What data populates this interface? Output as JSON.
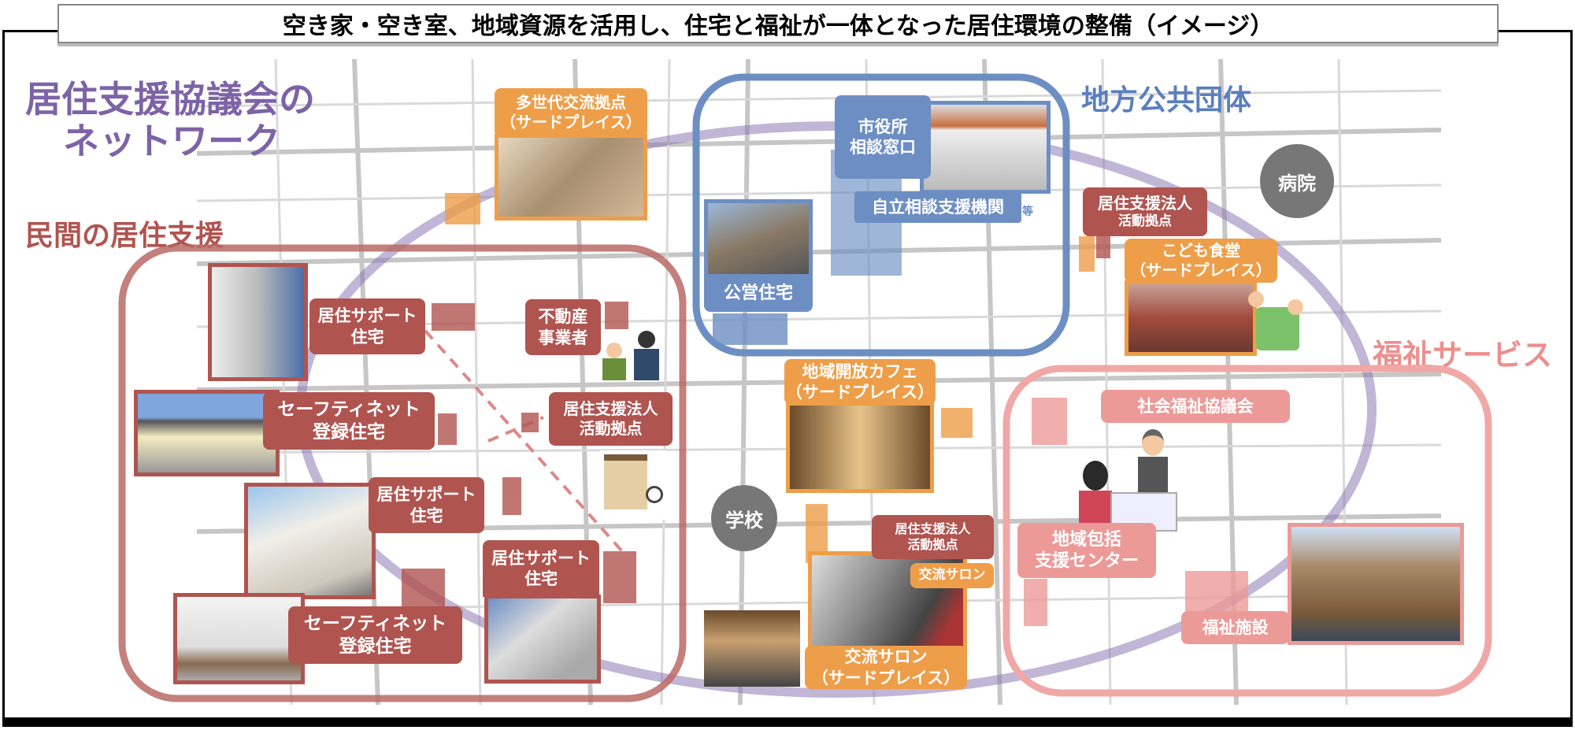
{
  "title": "空き家・空き室、地域資源を活用し、住宅と福祉が一体となった居住環境の整備（イメージ）",
  "headings": {
    "network_line1": "居住支援協議会の",
    "network_line2": "ネットワーク",
    "local_gov": "地方公共団体",
    "private": "民間の居住支援",
    "welfare": "福祉サービス"
  },
  "labels": {
    "multi_gen_1": "多世代交流拠点",
    "multi_gen_2": "（サードプレイス）",
    "city_1": "市役所",
    "city_2": "相談窓口",
    "self_support": "自立相談支援機関",
    "etc": "等",
    "public_housing": "公営住宅",
    "hospital": "病院",
    "school": "学校",
    "support_corp_1": "居住支援法人",
    "support_corp_2": "活動拠点",
    "kids_1": "こども食堂",
    "kids_2": "（サードプレイス）",
    "support_housing_1": "居住サポート",
    "support_housing_2": "住宅",
    "realestate_1": "不動産",
    "realestate_2": "事業者",
    "safety_1": "セーフティネット",
    "safety_2": "登録住宅",
    "cafe_1": "地域開放カフェ",
    "cafe_2": "（サードプレイス）",
    "salon_1": "交流サロン",
    "salon_2": "（サードプレイス）",
    "salon_small": "交流サロン",
    "social_welfare": "社会福祉協議会",
    "community_1": "地域包括",
    "community_2": "支援センター",
    "facility": "福祉施設"
  },
  "colors": {
    "red": "#b05450",
    "orange": "#ee9e48",
    "blue": "#6c8ec3",
    "pink": "#ec9a98",
    "purple": "#7d63a6"
  }
}
